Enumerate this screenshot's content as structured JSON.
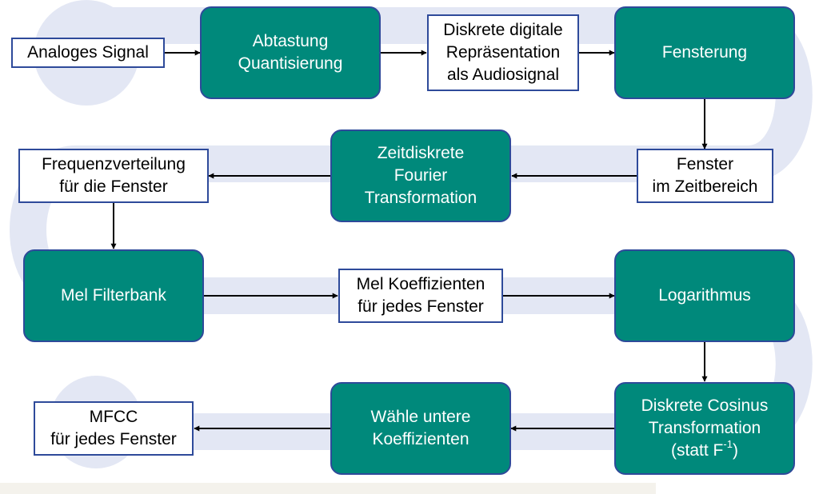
{
  "colors": {
    "process_fill": "#00897b",
    "border": "#2e4a9a",
    "background_band": "#e3e7f4",
    "arrow": "#000000"
  },
  "nodes": {
    "analoges_signal": {
      "lines": [
        "Analoges Signal"
      ]
    },
    "abtastung": {
      "lines": [
        "Abtastung",
        "Quantisierung"
      ]
    },
    "diskrete_digitale": {
      "lines": [
        "Diskrete digitale",
        "Repräsentation",
        "als Audiosignal"
      ]
    },
    "fensterung": {
      "lines": [
        "Fensterung"
      ]
    },
    "fenster_zeitbereich": {
      "lines": [
        "Fenster",
        "im Zeitbereich"
      ]
    },
    "zeitdiskrete_ft": {
      "lines": [
        "Zeitdiskrete",
        "Fourier",
        "Transformation"
      ]
    },
    "frequenzverteilung": {
      "lines": [
        "Frequenzverteilung",
        "für die Fenster"
      ]
    },
    "mel_filterbank": {
      "lines": [
        "Mel Filterbank"
      ]
    },
    "mel_koeffizienten": {
      "lines": [
        "Mel Koeffizienten",
        "für jedes Fenster"
      ]
    },
    "logarithmus": {
      "lines": [
        "Logarithmus"
      ]
    },
    "dct": {
      "lines": [
        "Diskrete Cosinus",
        "Transformation"
      ],
      "note_prefix": "(statt F",
      "note_superscript": "-1",
      "note_suffix": ")"
    },
    "waehle": {
      "lines": [
        "Wähle untere",
        "Koeffizienten"
      ]
    },
    "mfcc": {
      "lines": [
        "MFCC",
        "für jedes Fenster"
      ]
    }
  },
  "edges": [
    [
      "analoges_signal",
      "abtastung"
    ],
    [
      "abtastung",
      "diskrete_digitale"
    ],
    [
      "diskrete_digitale",
      "fensterung"
    ],
    [
      "fensterung",
      "fenster_zeitbereich"
    ],
    [
      "fenster_zeitbereich",
      "zeitdiskrete_ft"
    ],
    [
      "zeitdiskrete_ft",
      "frequenzverteilung"
    ],
    [
      "frequenzverteilung",
      "mel_filterbank"
    ],
    [
      "mel_filterbank",
      "mel_koeffizienten"
    ],
    [
      "mel_koeffizienten",
      "logarithmus"
    ],
    [
      "logarithmus",
      "dct"
    ],
    [
      "dct",
      "waehle"
    ],
    [
      "waehle",
      "mfcc"
    ]
  ]
}
